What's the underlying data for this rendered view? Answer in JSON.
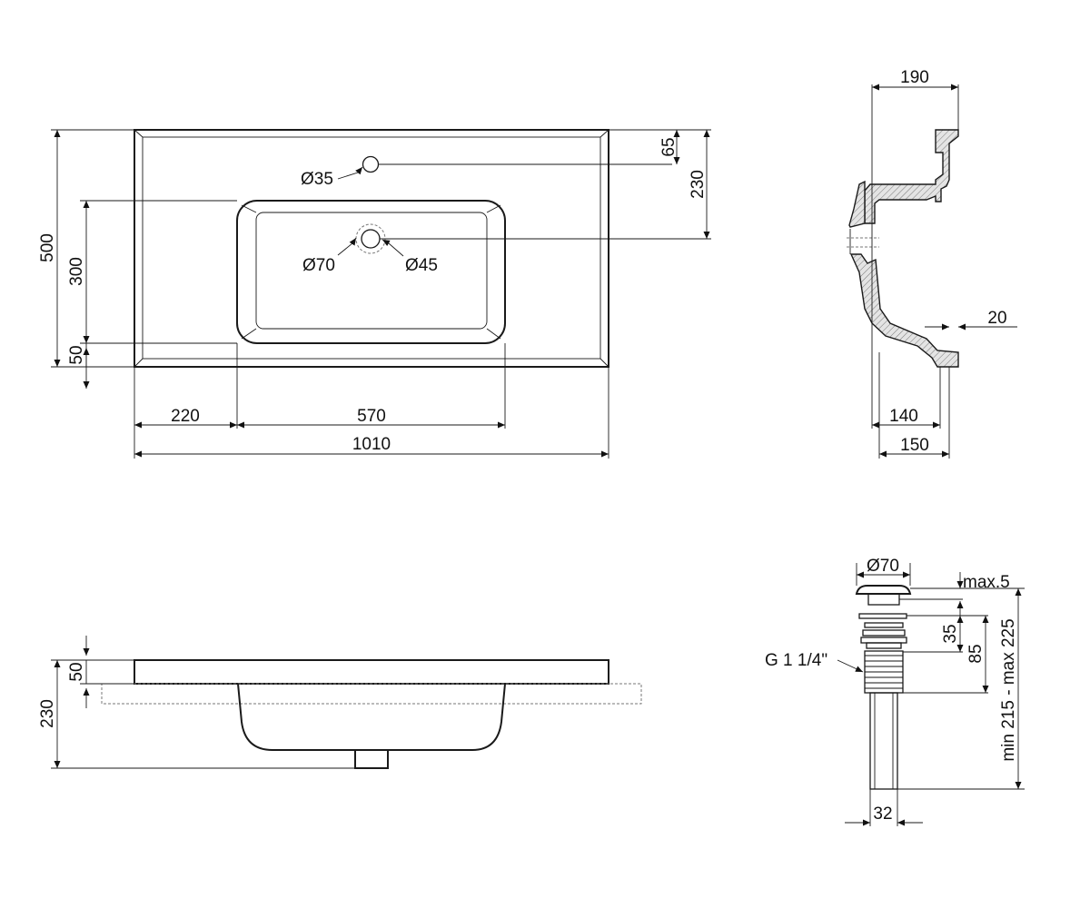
{
  "top_view": {
    "dims": {
      "width_total": "1010",
      "left_offset": "220",
      "bowl_width": "570",
      "depth_total": "500",
      "bowl_depth": "300",
      "front_rim": "50",
      "tap_offset": "65",
      "drain_offset": "230"
    },
    "labels": {
      "tap_hole": "Ø35",
      "drain_outer": "Ø70",
      "drain_inner": "Ø45"
    }
  },
  "side_section": {
    "dims": {
      "top_depth": "190",
      "wall": "20",
      "base_inner": "140",
      "base_outer": "150"
    }
  },
  "front_view": {
    "dims": {
      "slab": "50",
      "height": "230"
    }
  },
  "drain": {
    "labels": {
      "cap_diameter": "Ø70",
      "thread": "G 1 1/4\"",
      "cap_gap": "max.5",
      "cap_height": "35",
      "body_height": "85",
      "total_length": "min 215 - max 225",
      "pipe_diameter": "32"
    }
  }
}
